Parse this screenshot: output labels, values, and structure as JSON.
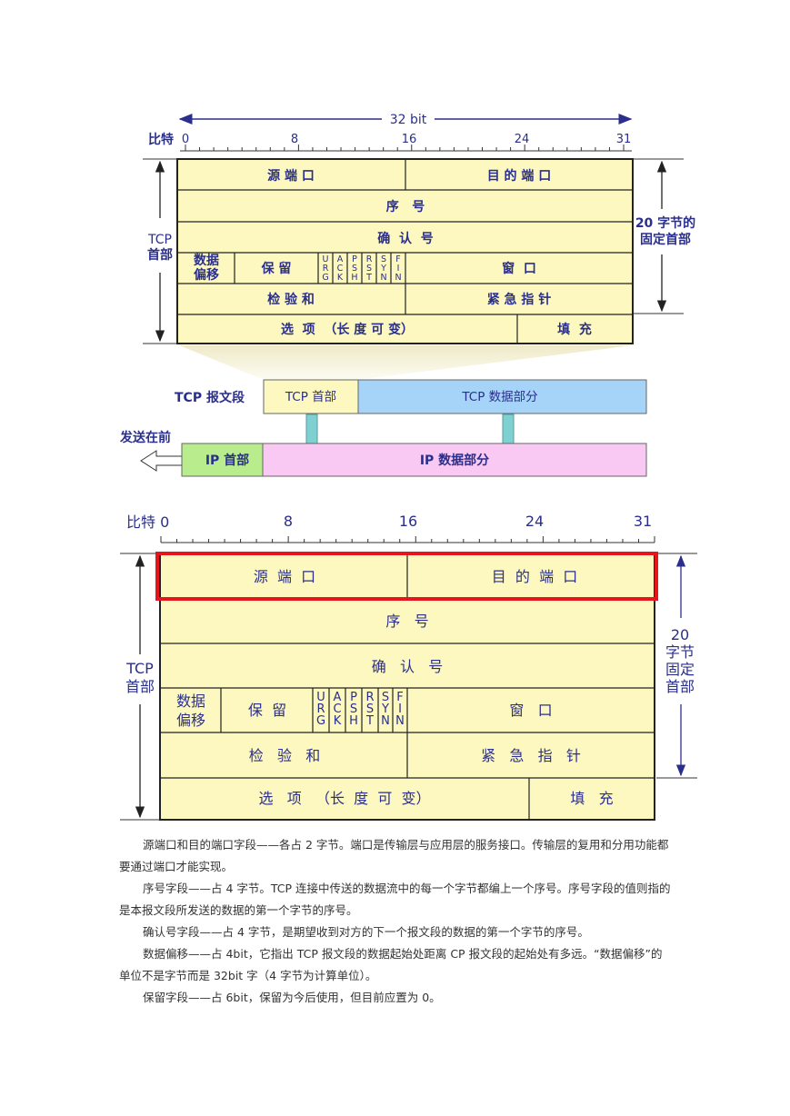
{
  "fig1": {
    "width_label": "32 bit",
    "bit_label": "比特",
    "ticks": [
      "0",
      "8",
      "16",
      "24",
      "31"
    ],
    "left_label": [
      "TCP",
      "首部"
    ],
    "right_label": [
      "20 字节的",
      "固定首部"
    ],
    "fields": {
      "src_port": "源 端 口",
      "dst_port": "目 的 端 口",
      "seq": "序   号",
      "ack": "确  认  号",
      "offset": [
        "数据",
        "偏移"
      ],
      "reserved": "保 留",
      "flags": [
        [
          "U",
          "R",
          "G"
        ],
        [
          "A",
          "C",
          "K"
        ],
        [
          "P",
          "S",
          "H"
        ],
        [
          "R",
          "S",
          "T"
        ],
        [
          "S",
          "Y",
          "N"
        ],
        [
          "F",
          "I",
          "N"
        ]
      ],
      "window": "窗  口",
      "checksum": "检 验 和",
      "urgent": "紧 急 指 针",
      "options": "选  项  （长 度 可 变）",
      "padding": "填  充"
    },
    "segment_label": "TCP 报文段",
    "tcp_header": "TCP 首部",
    "tcp_data": "TCP 数据部分",
    "send_first": "发送在前",
    "ip_header": "IP 首部",
    "ip_data": "IP 数据部分"
  },
  "fig2": {
    "bit_label": "比特 0",
    "ticks": [
      "8",
      "16",
      "24",
      "31"
    ],
    "left_label": [
      "TCP",
      "首部"
    ],
    "right_label": [
      "20",
      "字节",
      "固定",
      "首部"
    ],
    "fields": {
      "src_port": "源  端  口",
      "dst_port": "目  的  端  口",
      "seq": "序   号",
      "ack": "确   认   号",
      "offset": [
        "数据",
        "偏移"
      ],
      "reserved": "保  留",
      "flags": [
        [
          "U",
          "R",
          "G"
        ],
        [
          "A",
          "C",
          "K"
        ],
        [
          "P",
          "S",
          "H"
        ],
        [
          "R",
          "S",
          "T"
        ],
        [
          "S",
          "Y",
          "N"
        ],
        [
          "F",
          "I",
          "N"
        ]
      ],
      "window": "窗   口",
      "checksum": "检   验   和",
      "urgent": "紧   急   指   针",
      "options": "选   项   （长  度  可  变）",
      "padding": "填   充"
    },
    "highlight_color": "#e8141b"
  },
  "colors": {
    "field_fill": "#fcf8c0",
    "tcp_data_fill": "#a6d3f8",
    "ip_header_fill": "#b9ec8c",
    "ip_data_fill": "#f9c8f3",
    "label_blue": "#2b2f8c"
  },
  "paragraphs": [
    "源端口和目的端口字段——各占 2 字节。端口是传输层与应用层的服务接口。传输层的复用和分用功能都要通过端口才能实现。",
    "序号字段——占 4 字节。TCP 连接中传送的数据流中的每一个字节都编上一个序号。序号字段的值则指的是本报文段所发送的数据的第一个字节的序号。",
    "确认号字段——占 4 字节，是期望收到对方的下一个报文段的数据的第一个字节的序号。",
    "数据偏移——占 4bit，它指出 TCP 报文段的数据起始处距离 CP 报文段的起始处有多远。“数据偏移”的单位不是字节而是 32bit 字（4 字节为计算单位）。",
    "保留字段——占 6bit，保留为今后使用，但目前应置为 0。"
  ]
}
